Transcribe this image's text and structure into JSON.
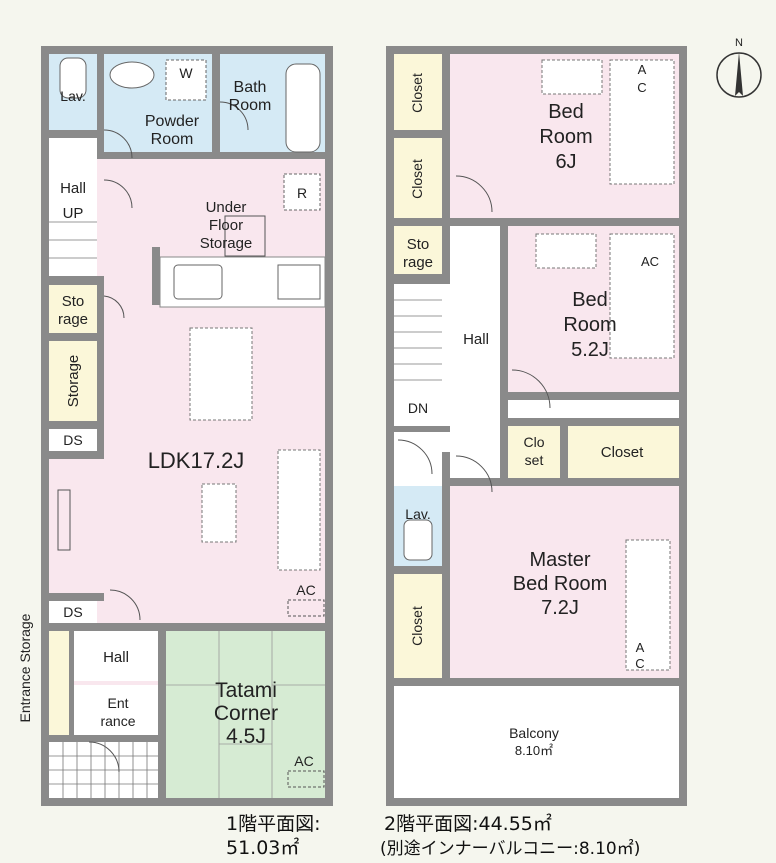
{
  "compass": {
    "north_label": "N"
  },
  "first_floor": {
    "caption_line1": "1階平面図:",
    "caption_line2": "51.03㎡",
    "rooms": {
      "lav": "Lav.",
      "powder_room": [
        "Powder",
        "Room"
      ],
      "washer": "W",
      "bath_room": [
        "Bath",
        "Room"
      ],
      "hall_up": [
        "Hall",
        "UP"
      ],
      "under_floor_storage": [
        "Under",
        "Floor",
        "Storage"
      ],
      "refrigerator": "R",
      "storage_small": [
        "Sto",
        "rage"
      ],
      "storage": "Storage",
      "ds_upper": "DS",
      "ldk": "LDK17.2J",
      "ds_lower": "DS",
      "ac_ldk": "AC",
      "entrance_storage": "Entrance Storage",
      "hall_entry": "Hall",
      "entrance": [
        "Ent",
        "rance"
      ],
      "tatami": [
        "Tatami",
        "Corner",
        "4.5J"
      ],
      "ac_tatami": "AC"
    }
  },
  "second_floor": {
    "caption_line1": "2階平面図:44.55㎡",
    "caption_line2": "(別途インナーバルコニー:8.10㎡)",
    "rooms": {
      "closet_a": "Closet",
      "closet_b": "Closet",
      "bedroom_6": [
        "Bed",
        "Room",
        "6J"
      ],
      "ac_bed6": [
        "A",
        "C"
      ],
      "storage": [
        "Sto",
        "rage"
      ],
      "bedroom_52": [
        "Bed",
        "Room",
        "5.2J"
      ],
      "ac_bed52": "AC",
      "hall": "Hall",
      "dn": "DN",
      "closet_small": [
        "Clo",
        "set"
      ],
      "closet_wide": "Closet",
      "lav": "Lav.",
      "master_bedroom": [
        "Master",
        "Bed Room",
        "7.2J"
      ],
      "ac_master": [
        "A",
        "C"
      ],
      "closet_c": "Closet",
      "balcony": [
        "Balcony",
        "8.10㎡"
      ]
    }
  }
}
